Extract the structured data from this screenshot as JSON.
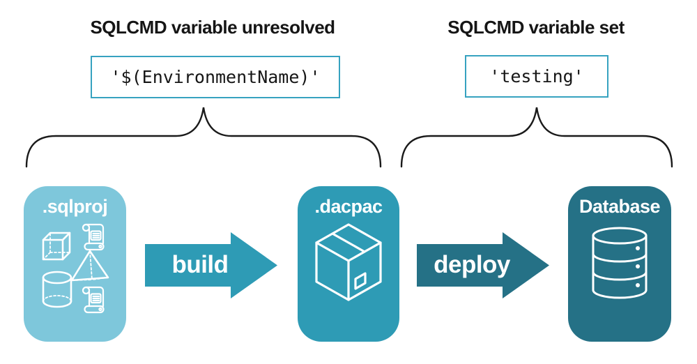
{
  "colors": {
    "light_card": "#7EC7DB",
    "teal": "#2E9BB5",
    "dark_teal": "#257186",
    "box_border": "#36A2C0",
    "ink": "#1A1A1A"
  },
  "annotations": {
    "left": {
      "title": "SQLCMD variable unresolved",
      "code": "'$(EnvironmentName)'"
    },
    "right": {
      "title": "SQLCMD variable set",
      "code": "'testing'"
    }
  },
  "pipeline": {
    "stages": [
      {
        "label": ".sqlproj",
        "icon": "sql-project-objects-icon"
      },
      {
        "label": ".dacpac",
        "icon": "package-box-icon"
      },
      {
        "label": "Database",
        "icon": "database-icon"
      }
    ],
    "arrows": [
      {
        "label": "build"
      },
      {
        "label": "deploy"
      }
    ]
  }
}
